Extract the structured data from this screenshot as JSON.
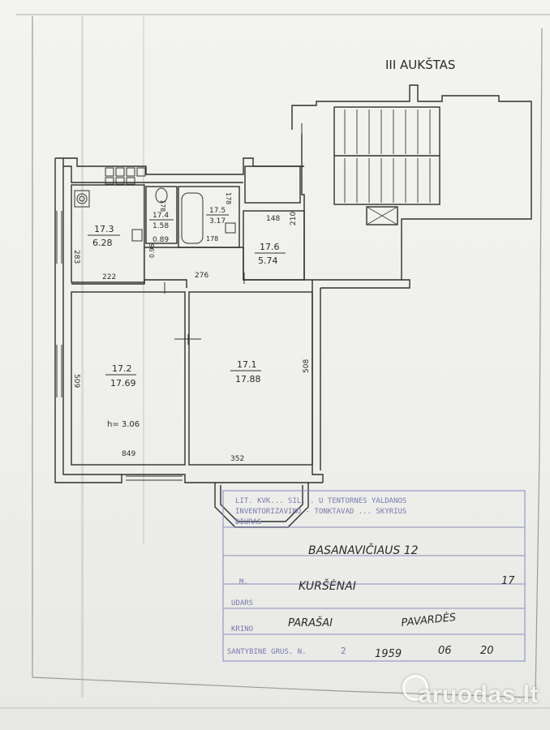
{
  "floor_label": "III AUKŠTAS",
  "rooms": [
    {
      "id": "17.3",
      "area": "6.28"
    },
    {
      "id": "17.4",
      "area": "1.58"
    },
    {
      "id": "17.5",
      "area": "3.17"
    },
    {
      "id": "17.6",
      "area": "5.74"
    },
    {
      "id": "17.2",
      "area": "17.69"
    },
    {
      "id": "17.1",
      "area": "17.88"
    }
  ],
  "dimensions": {
    "d_178a": "178",
    "d_178b": "178",
    "d_178c": "178",
    "d_148": "148",
    "d_210": "210",
    "d_089": "0.89",
    "d_096": "0.96",
    "d_283": "283",
    "d_222": "222",
    "d_276": "276",
    "d_509": "509",
    "d_508": "508",
    "d_352": "352",
    "d_849": "849",
    "height": "h= 3.06"
  },
  "stamp": {
    "line1": "LIT. KVK... SIL... U TENTORNES YALDANOS",
    "line2": "INVENTORIZAVIMO - TONKTAVAD ... SKYRIUS",
    "line3": "BIURAS",
    "row_m": "M.",
    "row_udars": "UDARS",
    "row_krino": "KRINO",
    "row_date_label": "SANTYBINE GRUS. N.",
    "row_number": "2"
  },
  "handwriting": {
    "address": "BASANAVIČIAUS   12",
    "city": "KURŠĖNAI",
    "apartment": "17",
    "signatures": "PARAŠAI",
    "surnames": "PAVARDĖS",
    "date_year": "1959",
    "date_month": "06",
    "date_day": "20"
  },
  "watermark": "aruodas.lt"
}
